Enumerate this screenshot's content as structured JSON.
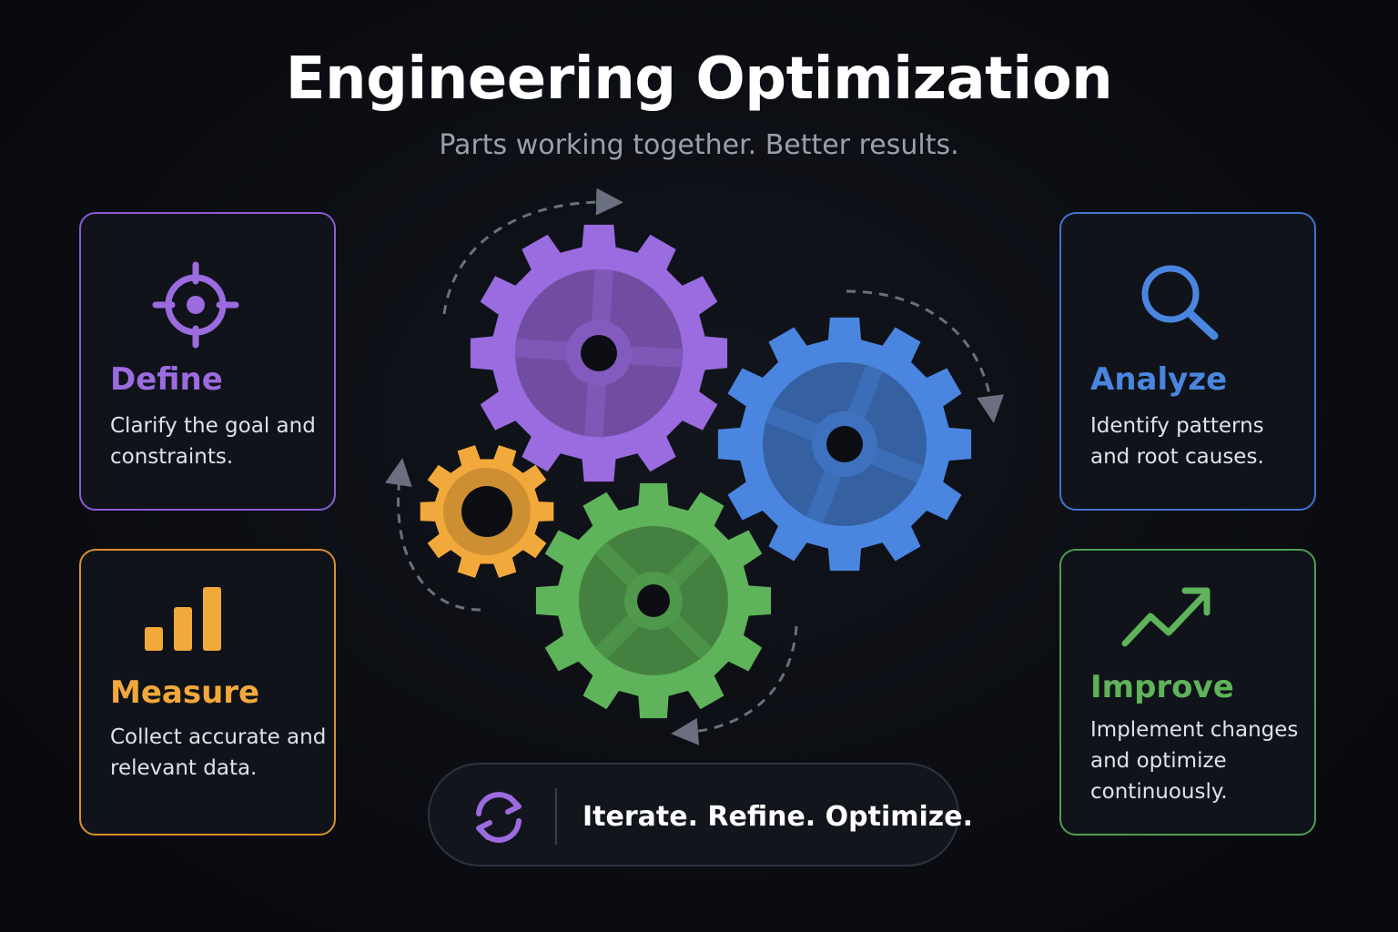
{
  "header": {
    "title": "Engineering Optimization",
    "subtitle": "Parts working together. Better results."
  },
  "cards": {
    "define": {
      "title": "Define",
      "description": "Clarify the goal and constraints.",
      "icon": "target-icon",
      "color": "#9b6be0"
    },
    "measure": {
      "title": "Measure",
      "description": "Collect accurate and relevant data.",
      "icon": "bar-chart-icon",
      "color": "#f2a93b"
    },
    "analyze": {
      "title": "Analyze",
      "description": "Identify patterns and root causes.",
      "icon": "magnifier-icon",
      "color": "#4a86e0"
    },
    "improve": {
      "title": "Improve",
      "description": "Implement changes and optimize continuously.",
      "icon": "trend-up-icon",
      "color": "#5fb35a"
    }
  },
  "gears": {
    "purple": "#9b6be0",
    "blue": "#4a86e0",
    "green": "#5fb35a",
    "orange": "#f2a93b",
    "arrow": "#6b7080"
  },
  "footer": {
    "text": "Iterate. Refine. Optimize.",
    "icon": "cycle-arrows-icon"
  }
}
